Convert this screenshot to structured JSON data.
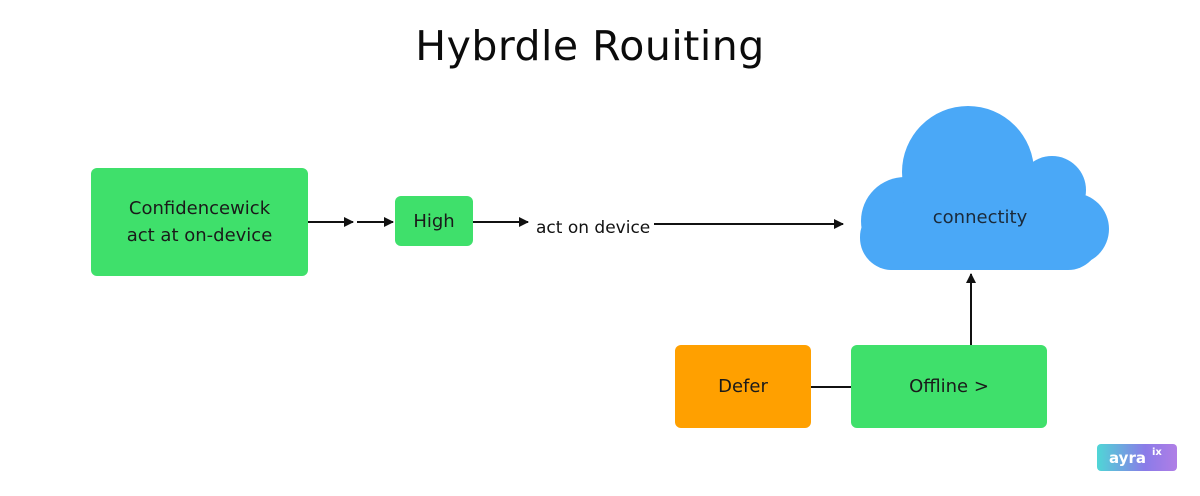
{
  "title": "Hybrdle Rouiting",
  "nodes": {
    "confidence": {
      "line1": "Confidencewick",
      "line2": "act at on-device",
      "color": "#3fe06b"
    },
    "high": {
      "label": "High",
      "color": "#3fe06b"
    },
    "cloud": {
      "label": "connectity",
      "color": "#4aa8f7"
    },
    "defer": {
      "label": "Defer",
      "color": "#ffa000"
    },
    "offline": {
      "label": "Offline >",
      "color": "#3fe06b"
    }
  },
  "edges": {
    "high_to_cloud_label": "act on device"
  },
  "watermark": {
    "text": "ayra",
    "superscript": "ix"
  }
}
